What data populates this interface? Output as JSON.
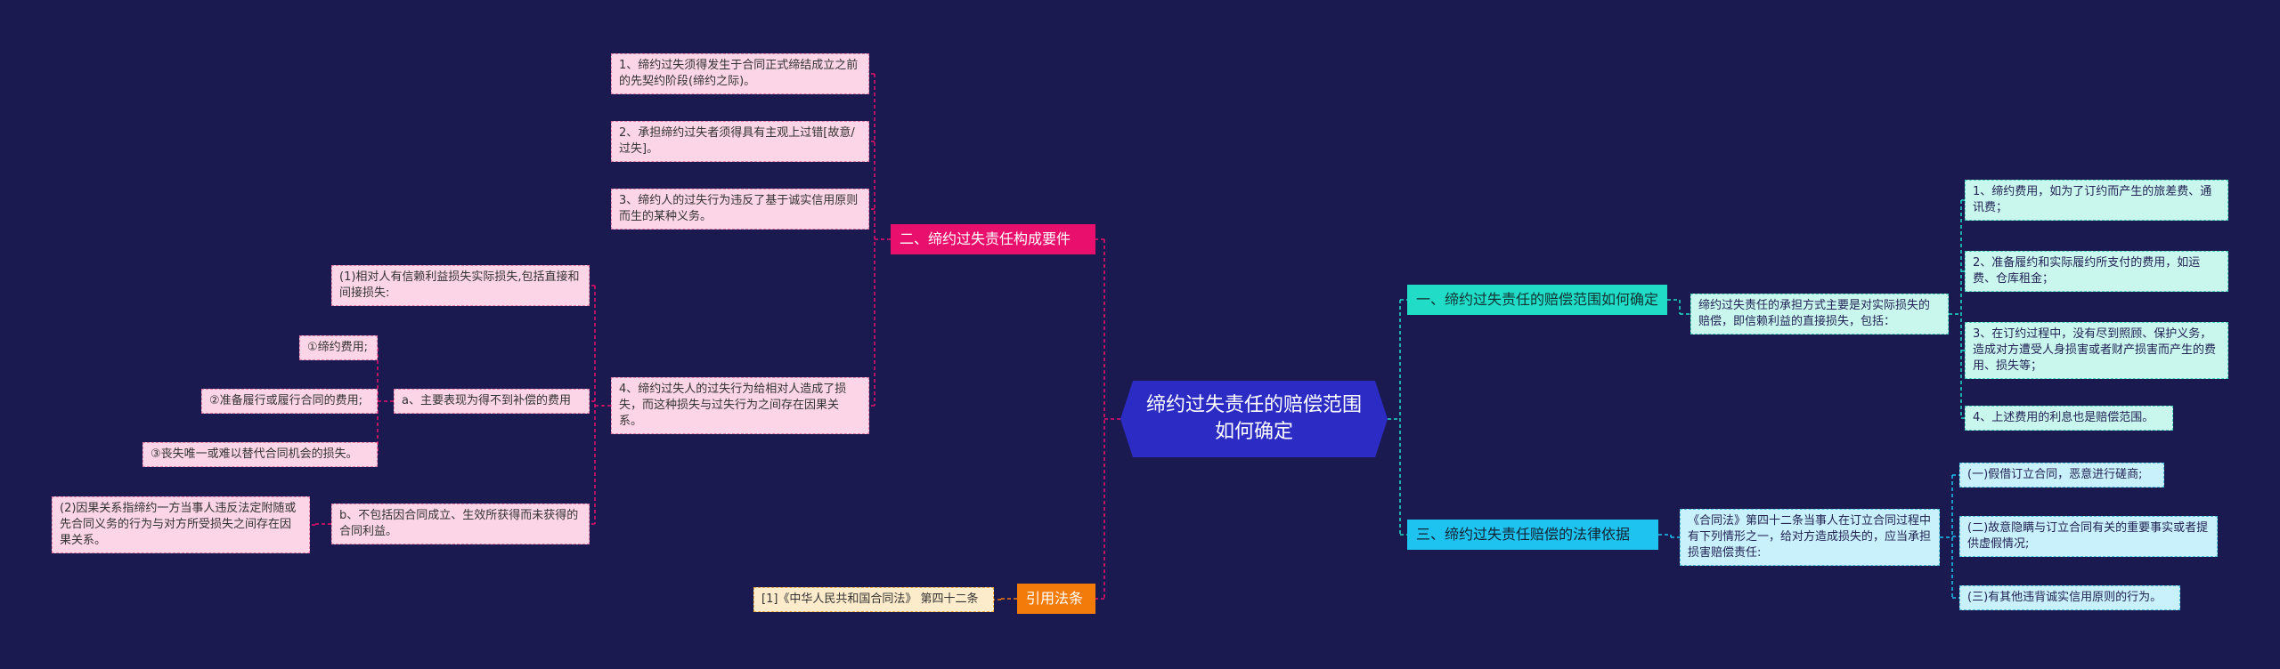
{
  "root": {
    "title": "缔约过失责任的赔偿范围如何确定"
  },
  "left": {
    "branch_elements": {
      "label": "二、缔约过失责任构成要件",
      "items": [
        "1、缔约过失须得发生于合同正式缔结成立之前的先契约阶段(缔约之际)。",
        "2、承担缔约过失者须得具有主观上过错[故意/过失]。",
        "3、缔约人的过失行为违反了基于诚实信用原则而生的某种义务。",
        "4、缔约过失人的过失行为给相对人造成了损失，而这种损失与过失行为之间存在因果关系。"
      ],
      "sub_a": {
        "label": "a、主要表现为得不到补偿的费用",
        "items": [
          "①缔约费用;",
          "②准备履行或履行合同的费用;",
          "③丧失唯一或难以替代合同机会的损失。"
        ]
      },
      "sub_b": {
        "label": "b、不包括因合同成立、生效所获得而未获得的合同利益。",
        "items": [
          "(2)因果关系指缔约一方当事人违反法定附随或先合同义务的行为与对方所受损失之间存在因果关系。"
        ]
      },
      "note_1": "(1)相对人有信赖利益损失实际损失,包括直接和间接损失:"
    },
    "branch_law": {
      "label": "引用法条",
      "items": [
        "[1]《中华人民共和国合同法》 第四十二条"
      ]
    }
  },
  "right": {
    "branch_scope": {
      "label": "一、缔约过失责任的赔偿范围如何确定",
      "mid": "缔约过失责任的承担方式主要是对实际损失的赔偿，即信赖利益的直接损失，包括：",
      "items": [
        "1、缔约费用，如为了订约而产生的旅差费、通讯费；",
        "2、准备履约和实际履约所支付的费用，如运费、仓库租金；",
        "3、在订约过程中，没有尽到照顾、保护义务，造成对方遭受人身损害或者财产损害而产生的费用、损失等；",
        "4、上述费用的利息也是赔偿范围。"
      ]
    },
    "branch_basis": {
      "label": "三、缔约过失责任赔偿的法律依据",
      "mid": "《合同法》第四十二条当事人在订立合同过程中有下列情形之一，给对方造成损失的，应当承担损害赔偿责任:",
      "items": [
        "(一)假借订立合同，恶意进行磋商;",
        "(二)故意隐瞒与订立合同有关的重要事实或者提供虚假情况;",
        "(三)有其他违背诚实信用原则的行为。"
      ]
    }
  },
  "colors": {
    "background": "#1a1950",
    "root": "#2c2cc4",
    "pink": "#e8106c",
    "teal": "#21dcc7",
    "sky": "#1fc3f0",
    "orange": "#f37b0a"
  }
}
